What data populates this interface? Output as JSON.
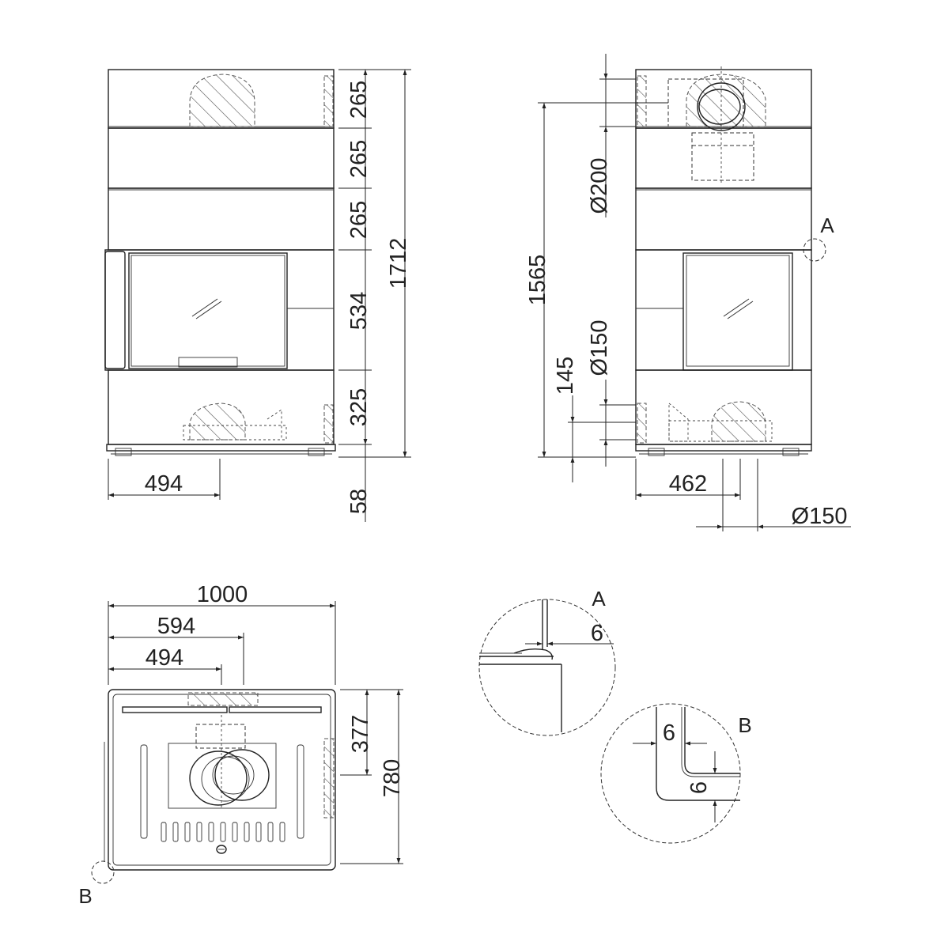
{
  "dimensions": {
    "front": {
      "seg1": "265",
      "seg2": "265",
      "seg3": "265",
      "seg4": "534",
      "seg5": "325",
      "total_height": "1712",
      "offset_x": "494",
      "base": "58"
    },
    "side": {
      "flue_height": "1565",
      "top_flue_dia": "Ø200",
      "rear_flue_dia": "Ø150",
      "rear_flue_height": "145",
      "flue_offset": "462",
      "air_dia": "Ø150"
    },
    "plan": {
      "width": "1000",
      "offset_594": "594",
      "offset_494": "494",
      "depth_377": "377",
      "depth_780": "780"
    },
    "details": {
      "detail_a_gap": "6",
      "detail_b_gap_x": "6",
      "detail_b_gap_y": "6"
    }
  },
  "labels": {
    "detail_a_side": "A",
    "detail_a_circle": "A",
    "detail_b_plan": "B",
    "detail_b_circle": "B"
  }
}
